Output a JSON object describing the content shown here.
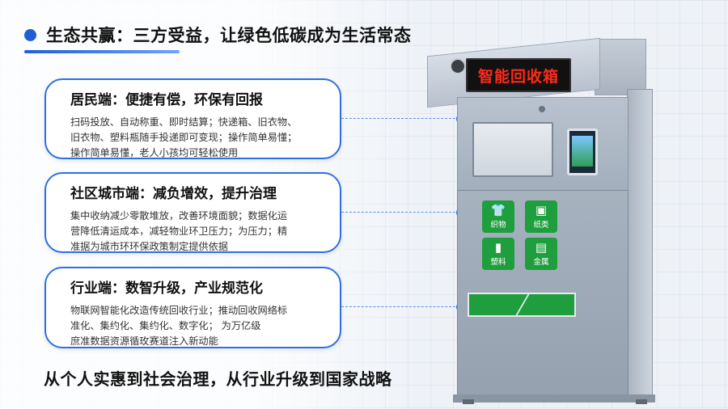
{
  "header": {
    "title": "生态共赢：三方受益，让绿色低碳成为生活常态"
  },
  "cards": [
    {
      "title": "居民端：便捷有偿，环保有回报",
      "lines": [
        "扫码投放、自动称重、即时结算；快递箱、旧衣物、",
        "旧衣物、塑料瓶随手投递即可变现；操作简单易懂；",
        "操作简单易懂，老人小孩均可轻松使用"
      ]
    },
    {
      "title": "社区城市端：减负增效，提升治理",
      "lines": [
        "集中收纳减少零散堆放，改善环境面貌；数据化运",
        "营降低清运成本，减轻物业环卫压力；为压力；精",
        "准据为城市环环保政策制定提供依据"
      ]
    },
    {
      "title": "行业端：数智升级，产业规范化",
      "lines": [
        "物联网智能化改造传统回收行业；推动回收网络标",
        "准化、集约化、集约化、数字化；  为万亿级",
        "庶准数据资源循玫赛道注入新动能"
      ]
    }
  ],
  "footer": {
    "text": "从个人实惠到社会治理，从行业升级到国家战略"
  },
  "machine": {
    "led_text": "智能回收箱",
    "buttons": [
      "织物",
      "纸类",
      "塑料",
      "金属"
    ]
  },
  "colors": {
    "accent": "#2f6fe0",
    "led_red": "#ff2a1a",
    "machine_green": "#1f9e3e"
  },
  "icons": [
    "bullet-dot-icon",
    "connector-dot-icon",
    "camera-icon"
  ]
}
